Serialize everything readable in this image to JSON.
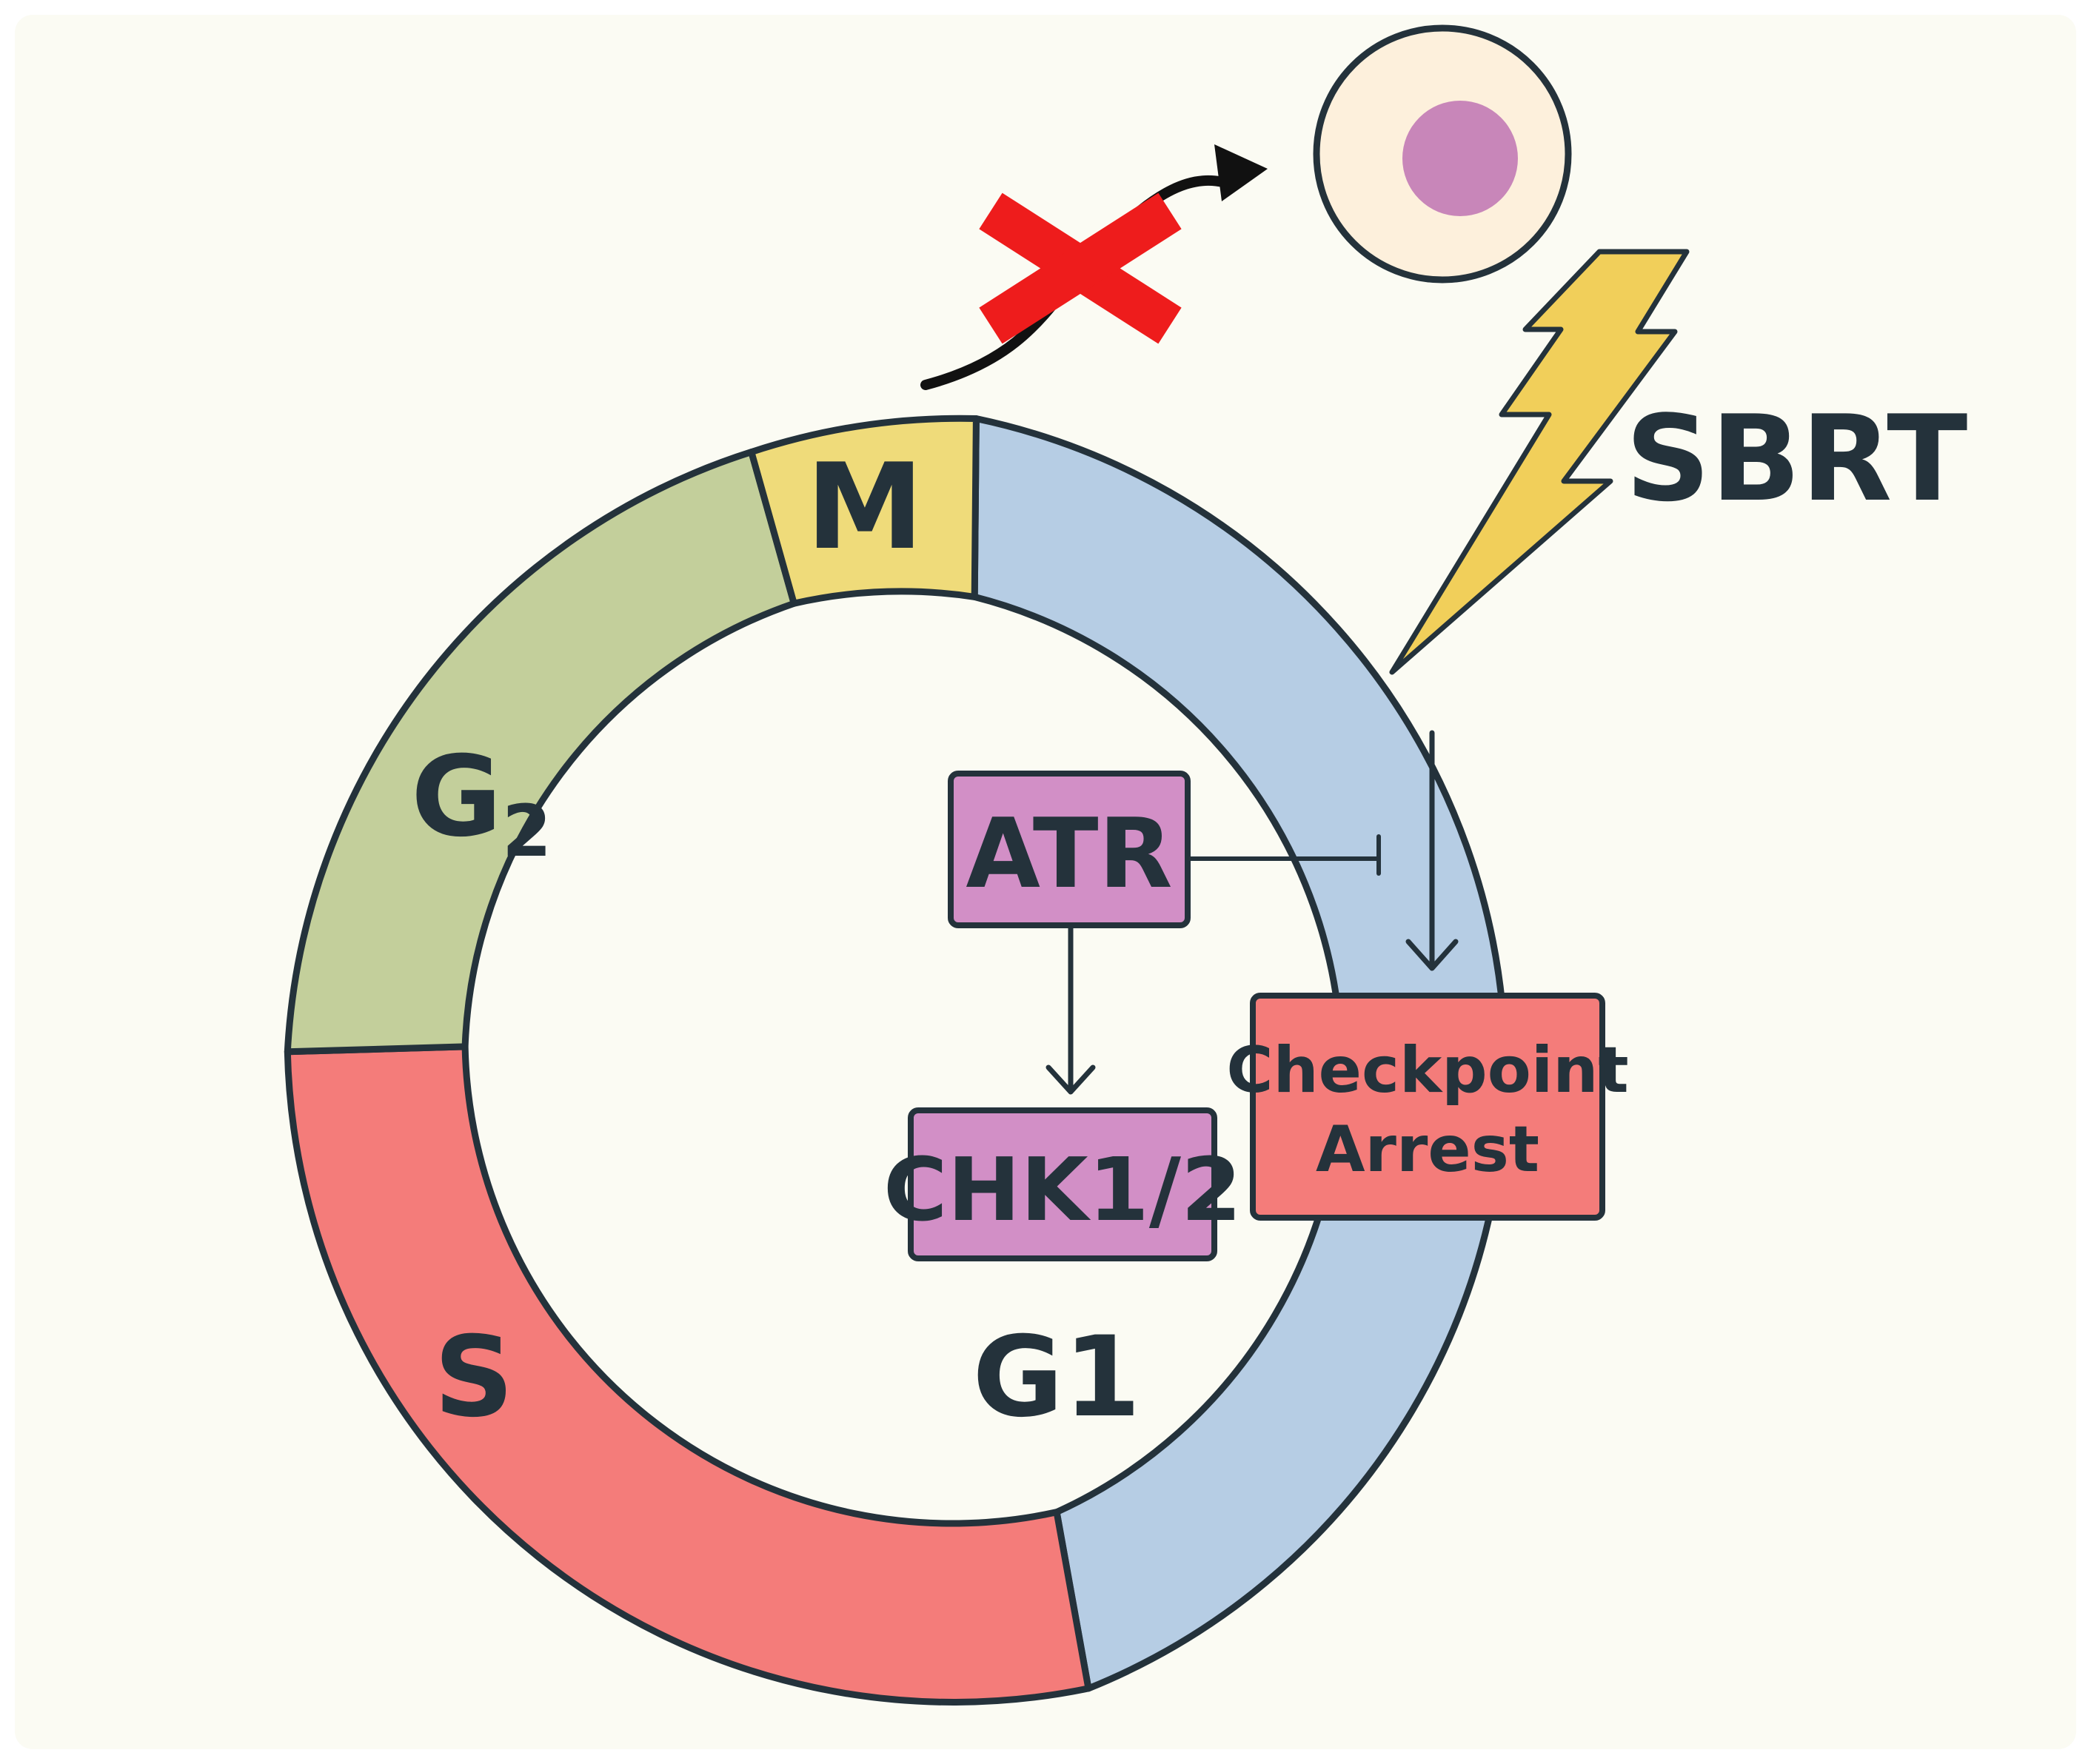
{
  "phases": {
    "m": "M",
    "g2_main": "G",
    "g2_sub": "2",
    "s": "S",
    "g1": "G1"
  },
  "boxes": {
    "atr": "ATR",
    "chk": "CHK1/2",
    "checkpoint_line1": "Checkpoint",
    "checkpoint_line2": "Arrest"
  },
  "treatment": {
    "label": "SBRT"
  },
  "colors": {
    "background": "#fbfbf3",
    "m_phase": "#efdb7a",
    "g2_phase": "#c3cf9b",
    "s_phase": "#f47c7a",
    "g1_phase": "#b6cde4",
    "outline": "#24323b",
    "protein_box": "#d28fc6",
    "checkpoint_box": "#f47c7a",
    "bolt": "#f1cf5a",
    "cell_body": "#fdf0dc",
    "nucleus": "#c886b9",
    "blocked_x": "#ee1c1c"
  },
  "icons": {
    "bolt": "lightning-bolt-icon",
    "cell": "cell-icon",
    "blocked": "x-mark-icon"
  }
}
